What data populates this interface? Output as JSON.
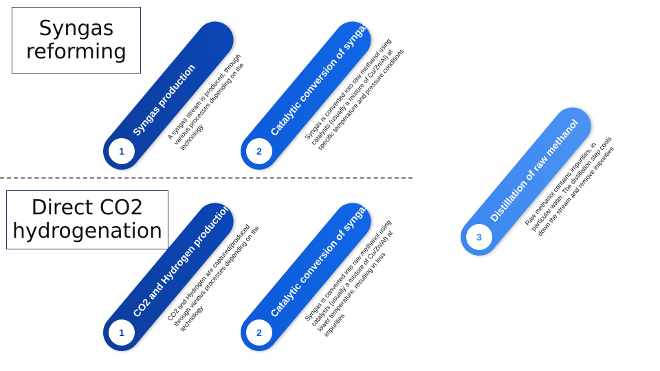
{
  "sections": {
    "syngas_reforming": "Syngas\nreforming",
    "direct_co2": "Direct CO2\nhydrogenation"
  },
  "steps": {
    "s1_production": {
      "number": "1",
      "title": "Syngas production",
      "description": "A syngas stream is produced, through various processes depending on the technology"
    },
    "s1_catalytic": {
      "number": "2",
      "title": "Catalytic conversion of syngas",
      "description": "Syngas is converted into raw methanol using catalysts (usually a mixture of Cu/Zn/Al) at specific  temperature and pressure conditions"
    },
    "d_production": {
      "number": "1",
      "title": "CO2 and Hydrogen production",
      "description": "CO2 and Hydrogen are captured/produced through various processes depending on the technology"
    },
    "d_catalytic": {
      "number": "2",
      "title": "Catalytic conversion of syngas",
      "description": "Syngas is converted into raw methanol using catalysts (usually a mixture of Cu/Zn/Al) at lower temperature, resulting in less impurities"
    },
    "distillation": {
      "number": "3",
      "title": "Distillation of raw methanol",
      "description": "Raw methanol contains impurities, in particular water. The distillation step cools down the stream and remove impurities"
    }
  },
  "colors": {
    "dark_blue": "#0e3d9a",
    "mid_blue": "#0d5ad8",
    "light_blue": "#3a86f0"
  }
}
